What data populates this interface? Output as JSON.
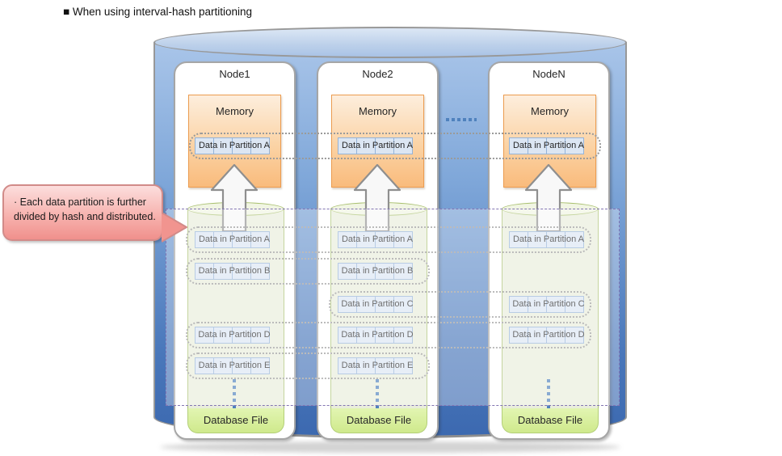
{
  "title": "■ When using interval-hash partitioning",
  "callout": {
    "text": "· Each data partition is further divided by hash and distributed."
  },
  "nodes": [
    {
      "title": "Node1",
      "memory_label": "Memory",
      "memory_chip": "Data in Partition A",
      "db_label": "Database File",
      "rows": {
        "A": "Data in Partition A",
        "B": "Data in Partition B",
        "D": "Data in Partition D",
        "E": "Data in Partition E"
      }
    },
    {
      "title": "Node2",
      "memory_label": "Memory",
      "memory_chip": "Data in Partition A",
      "db_label": "Database File",
      "rows": {
        "A": "Data in Partition A",
        "B": "Data in Partition B",
        "C": "Data in Partition C",
        "D": "Data in Partition D",
        "E": "Data in Partition E"
      }
    },
    {
      "title": "NodeN",
      "memory_label": "Memory",
      "memory_chip": "Data in Partition A",
      "db_label": "Database File",
      "rows": {
        "A": "Data in Partition A",
        "C": "Data in Partition C",
        "D": "Data in Partition D"
      }
    }
  ],
  "colors": {
    "outer_cylinder_top": "#bcd0ea",
    "outer_cylinder_body": "#4a78bb",
    "node_background": "#ffffff",
    "node_border": "#a6a6a6",
    "memory_fill": "#f9bb7c",
    "memory_border": "#ec9c50",
    "db_cylinder_fill": "#e9eddb",
    "db_label_fill": "#cfe98c",
    "hash_cell_fill": "#dce6f3",
    "hash_cell_border": "#95b3d7",
    "group_outline": "#9a9a9a",
    "overlay_border": "#8375b2",
    "continuation_dots": "#4f81bd",
    "callout_fill": "#f0908c",
    "callout_border": "#d28b89"
  }
}
